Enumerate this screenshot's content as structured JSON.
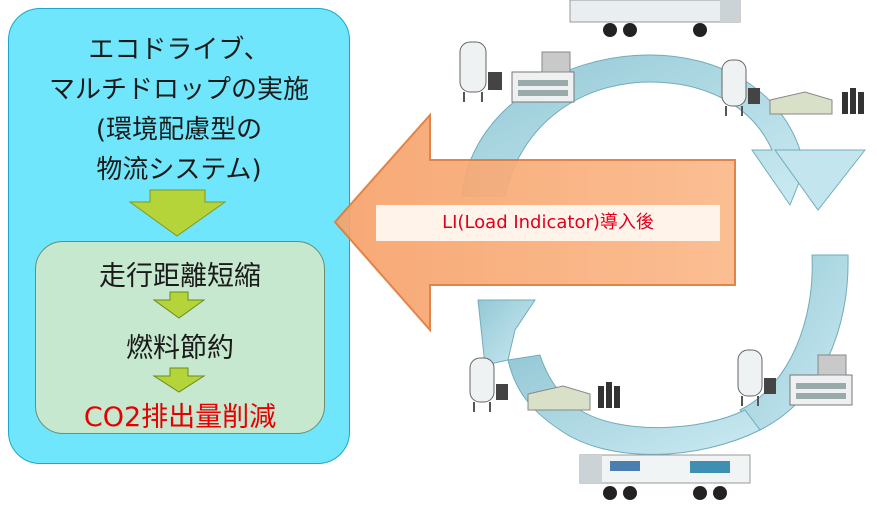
{
  "left_panel": {
    "intro_lines": [
      "エコドライブ、",
      "マルチドロップの実施",
      "(環境配慮型の",
      "物流システム)"
    ],
    "steps": [
      "走行距離短縮",
      "燃料節約",
      "CO2排出量削減"
    ]
  },
  "center_arrow": {
    "label": "LI(Load Indicator)導入後"
  },
  "colors": {
    "panel": "#6fe6fb",
    "inner_panel": "#c6e8ce",
    "green_arrow": "#b5d43a",
    "orange_arrow": "#f4a25f",
    "cycle_arrow": "#a8dbe6",
    "highlight_text": "#e60000"
  },
  "icons": [
    "gas-tank-icon",
    "factory-icon",
    "warehouse-icon",
    "cylinder-icon",
    "truck-icon"
  ]
}
